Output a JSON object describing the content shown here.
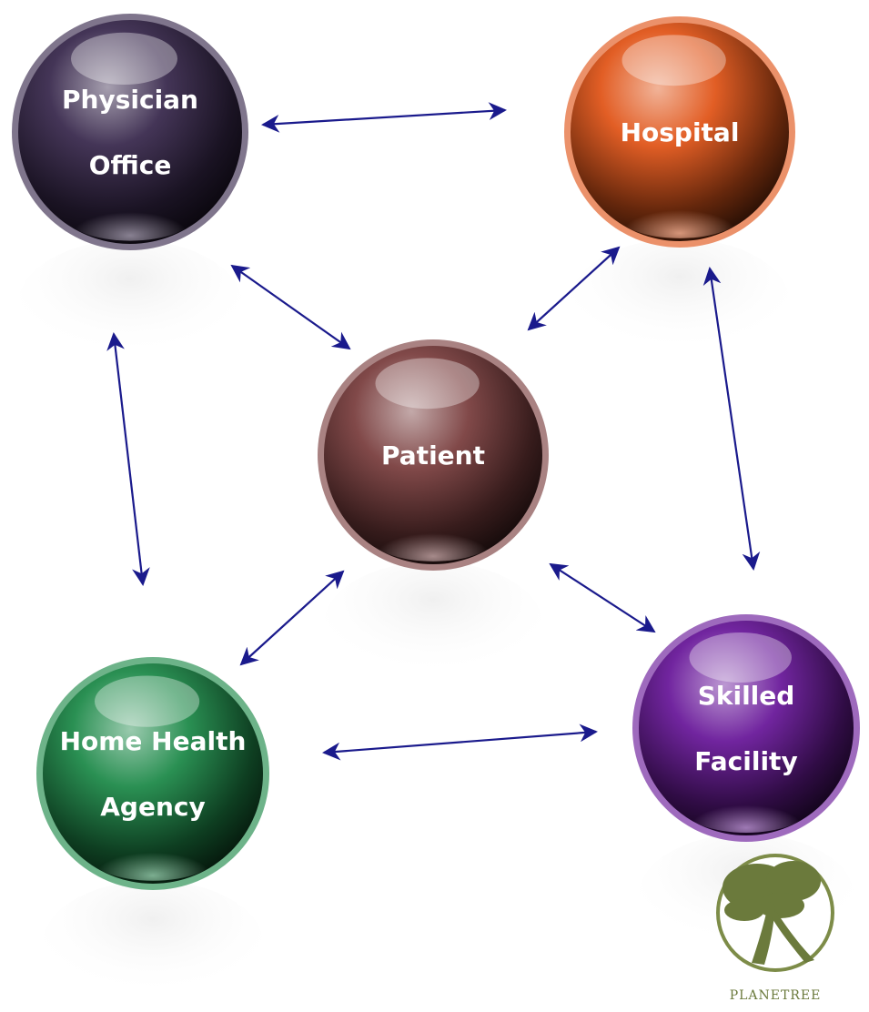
{
  "diagram": {
    "nodes": [
      {
        "id": "physician",
        "lines": [
          "Physician",
          "Office"
        ],
        "color": "#3a2a4e"
      },
      {
        "id": "hospital",
        "lines": [
          "Hospital"
        ],
        "color": "#e0561a"
      },
      {
        "id": "patient",
        "lines": [
          "Patient"
        ],
        "color": "#7a3f3f"
      },
      {
        "id": "home-health",
        "lines": [
          "Home Health",
          "Agency"
        ],
        "color": "#1f8a4a"
      },
      {
        "id": "skilled",
        "lines": [
          "Skilled",
          "Facility"
        ],
        "color": "#6a1a9a"
      }
    ],
    "connections": [
      {
        "from": "physician",
        "to": "hospital",
        "bidirectional": true
      },
      {
        "from": "physician",
        "to": "patient",
        "bidirectional": true
      },
      {
        "from": "physician",
        "to": "home-health",
        "bidirectional": true
      },
      {
        "from": "hospital",
        "to": "patient",
        "bidirectional": true
      },
      {
        "from": "hospital",
        "to": "skilled",
        "bidirectional": true
      },
      {
        "from": "patient",
        "to": "home-health",
        "bidirectional": true
      },
      {
        "from": "patient",
        "to": "skilled",
        "bidirectional": true
      },
      {
        "from": "home-health",
        "to": "skilled",
        "bidirectional": true
      }
    ],
    "arrow_color": "#1a1a8c"
  },
  "logo": {
    "text": "PLANETREE",
    "color": "#6b7a3c"
  }
}
